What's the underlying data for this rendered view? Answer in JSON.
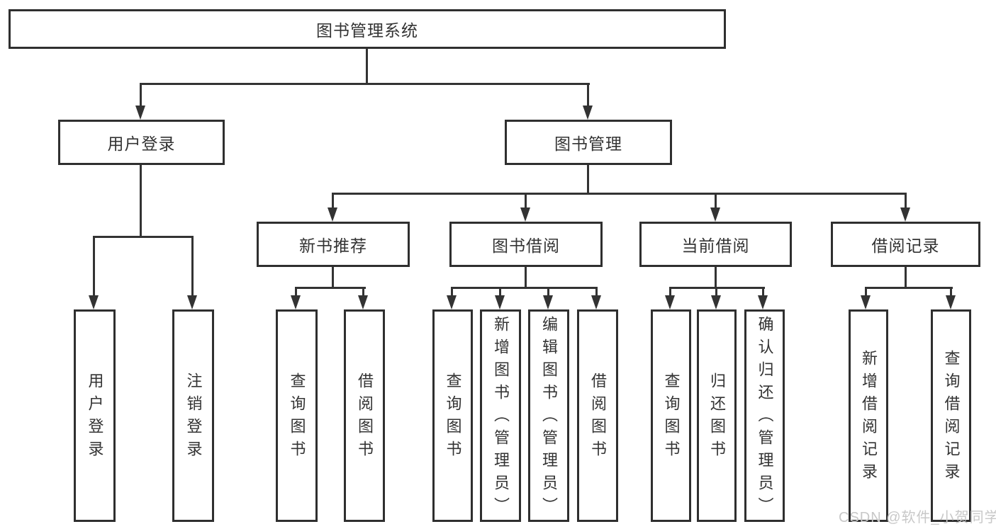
{
  "diagram": {
    "root": {
      "label": "图书管理系统"
    },
    "level2": [
      {
        "label": "用户登录"
      },
      {
        "label": "图书管理"
      }
    ],
    "level3": [
      {
        "label": "新书推荐"
      },
      {
        "label": "图书借阅"
      },
      {
        "label": "当前借阅"
      },
      {
        "label": "借阅记录"
      }
    ],
    "leaves": {
      "login": [
        {
          "label": "用户登录"
        },
        {
          "label": "注销登录"
        }
      ],
      "recommend": [
        {
          "label": "查询图书"
        },
        {
          "label": "借阅图书"
        }
      ],
      "borrow": [
        {
          "label": "查询图书"
        },
        {
          "label": "新增图书（管理员）"
        },
        {
          "label": "编辑图书（管理员）"
        },
        {
          "label": "借阅图书"
        }
      ],
      "current": [
        {
          "label": "查询图书"
        },
        {
          "label": "归还图书"
        },
        {
          "label": "确认归还（管理员）"
        }
      ],
      "records": [
        {
          "label": "新增借阅记录"
        },
        {
          "label": "查询借阅记录"
        }
      ]
    }
  },
  "watermark": {
    "text": "CSDN @软件_小贺同学"
  },
  "colors": {
    "line": "#333333",
    "box_border": "#2f2f2f",
    "text": "#333333",
    "watermark": "#c8c8c8",
    "background": "#ffffff"
  }
}
